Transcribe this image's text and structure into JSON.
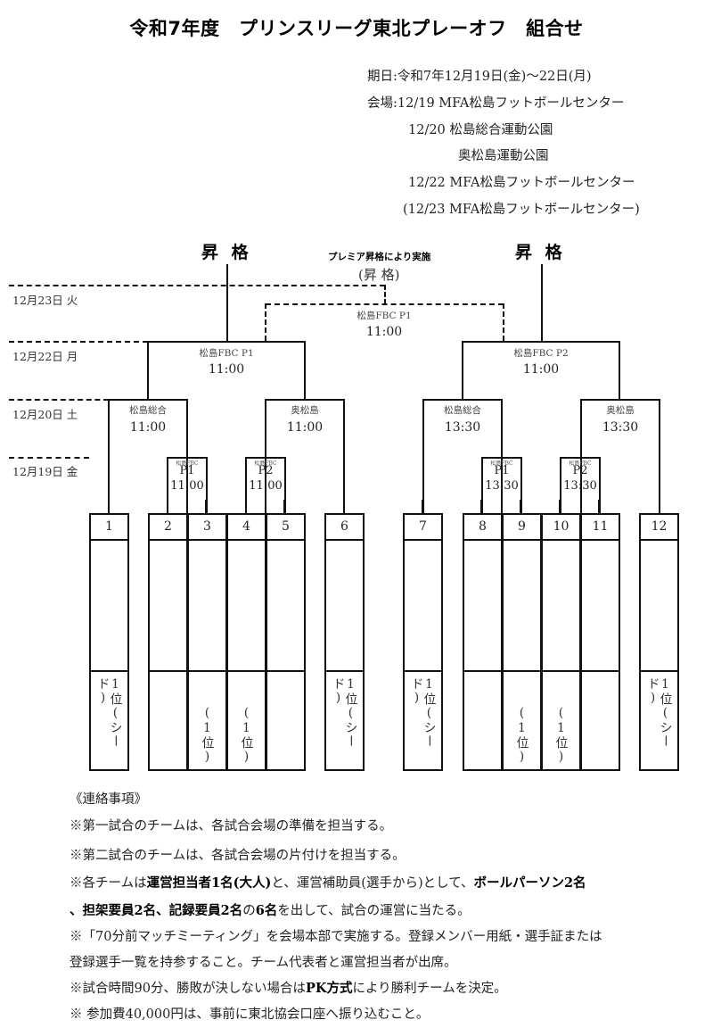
{
  "title": "令和7年度　プリンスリーグ東北プレーオフ　組合せ",
  "info": {
    "period": "期日:令和7年12月19日(金)～22日(月)",
    "venue_lines": [
      "会場:12/19  MFA松島フットボールセンター",
      "12/20  松島総合運動公園",
      "奥松島運動公園",
      "12/22  MFA松島フットボールセンター",
      "(12/23  MFA松島フットボールセンター)"
    ]
  },
  "bracket": {
    "promotion_label": "昇 格",
    "premier_note": "プレミア昇格により実施",
    "premier_promotion": "(昇 格)",
    "dates": {
      "d23": "12月23日 火",
      "d22": "12月22日 月",
      "d20": "12月20日 土",
      "d19": "12月19日 金"
    },
    "playoff": {
      "venue": "松島FBC P1",
      "time": "11:00"
    },
    "finals": [
      {
        "venue": "松島FBC P1",
        "time": "11:00"
      },
      {
        "venue": "松島FBC P2",
        "time": "11:00"
      }
    ],
    "semis": [
      {
        "venue": "松島総合",
        "time": "11:00"
      },
      {
        "venue": "奥松島",
        "time": "11:00"
      },
      {
        "venue": "松島総合",
        "time": "13:30"
      },
      {
        "venue": "奥松島",
        "time": "13:30"
      }
    ],
    "quarters": [
      {
        "venue": "松島FBC",
        "pitch": "P1",
        "time": "11:00"
      },
      {
        "venue": "松島FBC",
        "pitch": "P2",
        "time": "11:00"
      },
      {
        "venue": "松島FBC",
        "pitch": "P1",
        "time": "13:30"
      },
      {
        "venue": "松島FBC",
        "pitch": "P2",
        "time": "13:30"
      }
    ],
    "teams": [
      {
        "no": "1",
        "name": "",
        "rank": "1位(シード)"
      },
      {
        "no": "2",
        "name": "",
        "rank": ""
      },
      {
        "no": "3",
        "name": "",
        "rank": "(1位)"
      },
      {
        "no": "4",
        "name": "",
        "rank": "(1位)"
      },
      {
        "no": "5",
        "name": "",
        "rank": ""
      },
      {
        "no": "6",
        "name": "",
        "rank": "1位(シード)"
      },
      {
        "no": "7",
        "name": "",
        "rank": "1位(シード)"
      },
      {
        "no": "8",
        "name": "",
        "rank": ""
      },
      {
        "no": "9",
        "name": "",
        "rank": "(1位)"
      },
      {
        "no": "10",
        "name": "",
        "rank": "(1位)"
      },
      {
        "no": "11",
        "name": "",
        "rank": ""
      },
      {
        "no": "12",
        "name": "",
        "rank": "1位(シード)"
      }
    ]
  },
  "notes": {
    "heading": "《連絡事項》",
    "line1": "※第一試合のチームは、各試合会場の準備を担当する。",
    "line2": "※第二試合のチームは、各試合会場の片付けを担当する。",
    "line3": {
      "a": "※各チームは",
      "b": "運営担当者1名(大人)",
      "c": "と、運営補助員(選手から)として、",
      "d": "ボールパーソン2名"
    },
    "line4": {
      "a": "、",
      "b": "担架要員2名",
      "c": "、",
      "d": "記録要員2名",
      "e": "の",
      "f": "6名",
      "g": "を出して、試合の運営に当たる。"
    },
    "line5": "※「70分前マッチミーティング」を会場本部で実施する。登録メンバー用紙・選手証または",
    "line6": "登録選手一覧を持参すること。チーム代表者と運営担当者が出席。",
    "line7": {
      "a": "※試合時間90分、勝敗が決しない場合は",
      "b": "PK方式",
      "c": "により勝利チームを決定。"
    },
    "line8": "※ 参加費40,000円は、事前に東北協会口座へ振り込むこと。"
  }
}
